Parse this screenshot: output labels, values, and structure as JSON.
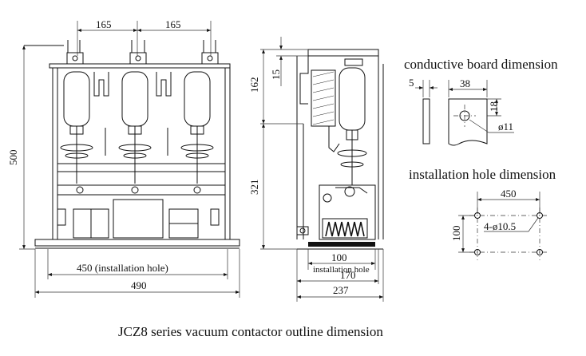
{
  "caption": "JCZ8 series vacuum contactor outline dimension",
  "front_view": {
    "pole_spacing_left": "165",
    "pole_spacing_right": "165",
    "height": "500",
    "installation_width": "450 (installation hole)",
    "overall_width": "490"
  },
  "side_view": {
    "top_offset": "15",
    "upper_height": "162",
    "lower_height": "321",
    "installation_depth": "100",
    "installation_label": "installation hole",
    "mid_depth": "170",
    "overall_depth": "237"
  },
  "conductive_board": {
    "heading": "conductive board dimension",
    "thickness": "5",
    "width": "38",
    "height": "18",
    "hole": "ø11"
  },
  "installation_hole_pattern": {
    "heading": "installation hole dimension",
    "width": "450",
    "height": "100",
    "holes": "4-ø10.5"
  }
}
